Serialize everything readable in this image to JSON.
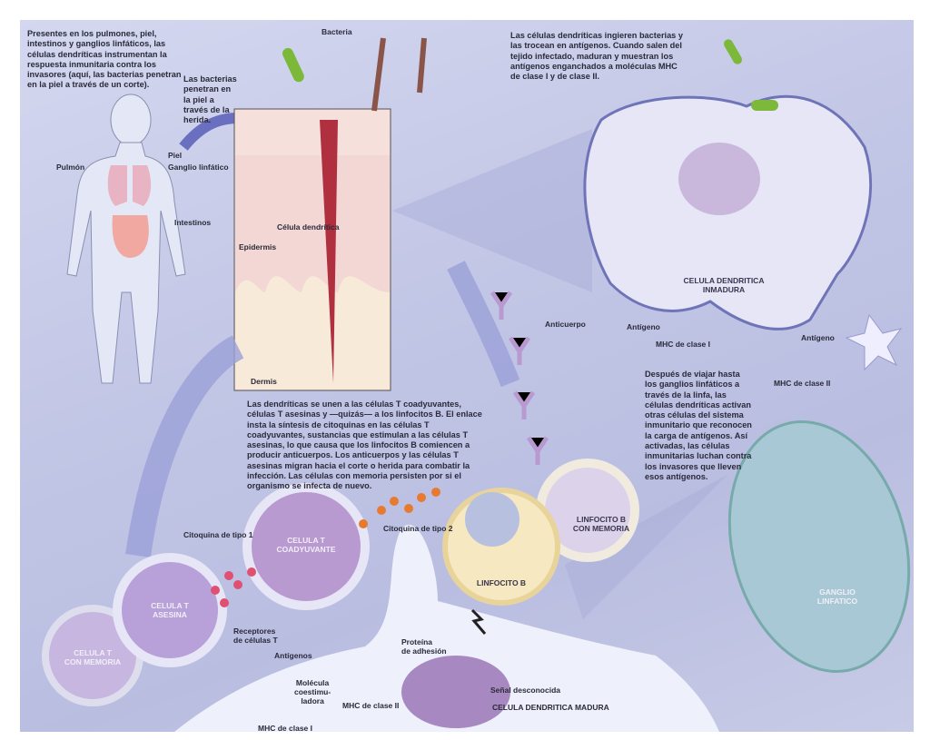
{
  "texts": {
    "intro": "Presentes en los pulmones, piel, intestinos y ganglios linfáticos, las células dendríticas instrumentan la respuesta inmunitaria contra los invasores (aquí, las bacterias penetran en la piel a través de un corte).",
    "bacteria_enter": "Las bacterias penetran en la piel a través de la herida.",
    "ingest": "Las células dendríticas ingieren bacterias y las trocean en antígenos. Cuando salen del tejido infectado, maduran y muestran los antígenos enganchados a moléculas MHC de clase I y de clase II.",
    "bind": "Las dendríticas se unen a las células T coadyuvantes, células T asesinas y —quizás— a los linfocitos B. El enlace insta la síntesis de citoquinas en las células T coadyuvantes, sustancias que estimulan a las células T asesinas, lo que causa que los linfocitos B comiencen a producir anticuerpos. Los anticuerpos y las células T asesinas migran hacia el corte o herida para combatir la infección. Las células con memoria persisten por si el organismo se infecta de nuevo.",
    "lymph": "Después de viajar hasta los ganglios linfáticos a través de la linfa, las células dendríticas activan otras células del sistema inmunitario que reconocen la carga de antígenos. Así activadas, las células inmunitarias luchan contra los invasores que lleven esos antígenos."
  },
  "labels": {
    "piel": "Piel",
    "pulmon": "Pulmón",
    "ganglio": "Ganglio linfático",
    "intestinos": "Intestinos",
    "bacteria": "Bacteria",
    "celula_dendritica": "Célula dendrítica",
    "epidermis": "Epidermis",
    "dermis": "Dermis",
    "anticuerpo": "Anticuerpo",
    "antigeno1": "Antígeno",
    "mhc1_top": "MHC de clase I",
    "antigeno2": "Antígeno",
    "mhc2_top": "MHC de clase II",
    "citoquina1": "Citoquina de tipo 1",
    "citoquina2": "Citoquina de tipo 2",
    "receptores": "Receptores\nde células T",
    "antigenos": "Antígenos",
    "molecula": "Molécula\ncoestimu-\nladora",
    "proteina": "Proteína\nde adhesión",
    "mhc2_bottom": "MHC de clase II",
    "mhc1_bottom": "MHC de clase I",
    "senal": "Señal desconocida",
    "madura": "CELULA DENDRITICA MADURA"
  },
  "cells": {
    "inmadura": "CELULA DENDRITICA\nINMADURA",
    "ganglio": "GANGLIO\nLINFATICO",
    "linfocito_b": "LINFOCITO B",
    "linfocito_b_memoria": "LINFOCITO B\nCON MEMORIA",
    "t_coadyuvante": "CELULA T\nCOADYUVANTE",
    "t_asesina": "CELULA T\nASESINA",
    "t_memoria": "CELULA T\nCON MEMORIA"
  }
}
